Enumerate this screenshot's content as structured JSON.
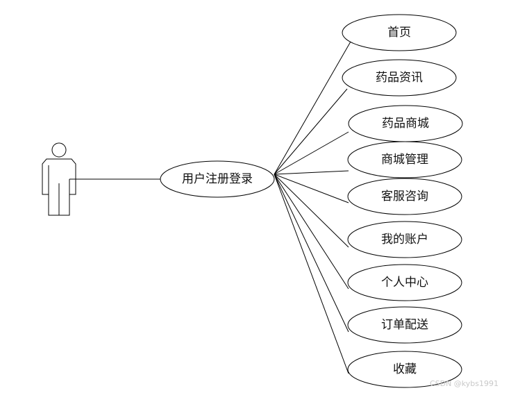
{
  "diagram": {
    "type": "use-case",
    "stroke_color": "#000000",
    "text_color": "#111111",
    "center_use_case": "用户注册登录",
    "use_cases": [
      "首页",
      "药品资讯",
      "药品商城",
      "商城管理",
      "客服咨询",
      "我的账户",
      "个人中心",
      "订单配送",
      "收藏"
    ]
  },
  "watermark": "CSDN @kybs1991"
}
